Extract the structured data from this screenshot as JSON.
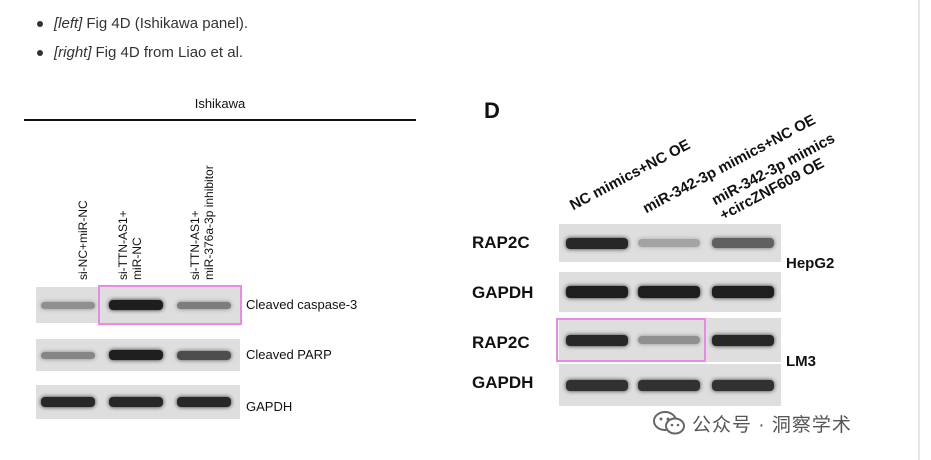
{
  "bullets": [
    {
      "tag": "[left]",
      "text": "Fig 4D (Ishikawa panel)."
    },
    {
      "tag": "[right]",
      "text": "Fig 4D from Liao et al."
    }
  ],
  "left_figure": {
    "title": "Ishikawa",
    "lanes": [
      {
        "line1": "si-NC+miR-NC",
        "line2": ""
      },
      {
        "line1": "si-TTN-AS1+",
        "line2": "miR-NC"
      },
      {
        "line1": "si-TTN-AS1+",
        "line2": "miR-376a-3p inhibitor"
      }
    ],
    "rows": [
      {
        "label": "Cleaved caspase-3",
        "intensity": [
          0.35,
          0.95,
          0.45
        ]
      },
      {
        "label": "Cleaved PARP",
        "intensity": [
          0.4,
          0.95,
          0.7
        ]
      },
      {
        "label": "GAPDH",
        "intensity": [
          0.9,
          0.9,
          0.9
        ]
      }
    ]
  },
  "right_figure": {
    "panel_letter": "D",
    "conditions": [
      {
        "line1": "NC mimics+NC OE",
        "line2": ""
      },
      {
        "line1": "miR-342-3p mimics+NC OE",
        "line2": ""
      },
      {
        "line1": "miR-342-3p mimics",
        "line2": "+circZNF609 OE"
      }
    ],
    "rows": [
      {
        "label": "RAP2C",
        "intensity": [
          0.9,
          0.25,
          0.6
        ]
      },
      {
        "label": "GAPDH",
        "intensity": [
          0.95,
          0.95,
          0.95
        ]
      },
      {
        "label": "RAP2C",
        "intensity": [
          0.9,
          0.35,
          0.9
        ]
      },
      {
        "label": "GAPDH",
        "intensity": [
          0.85,
          0.85,
          0.85
        ]
      }
    ],
    "cell_lines": [
      "HepG2",
      "LM3"
    ]
  },
  "highlight_color": "#e889e6",
  "watermark": {
    "text": "公众号 · 洞察学术",
    "icon": "wechat-icon"
  }
}
